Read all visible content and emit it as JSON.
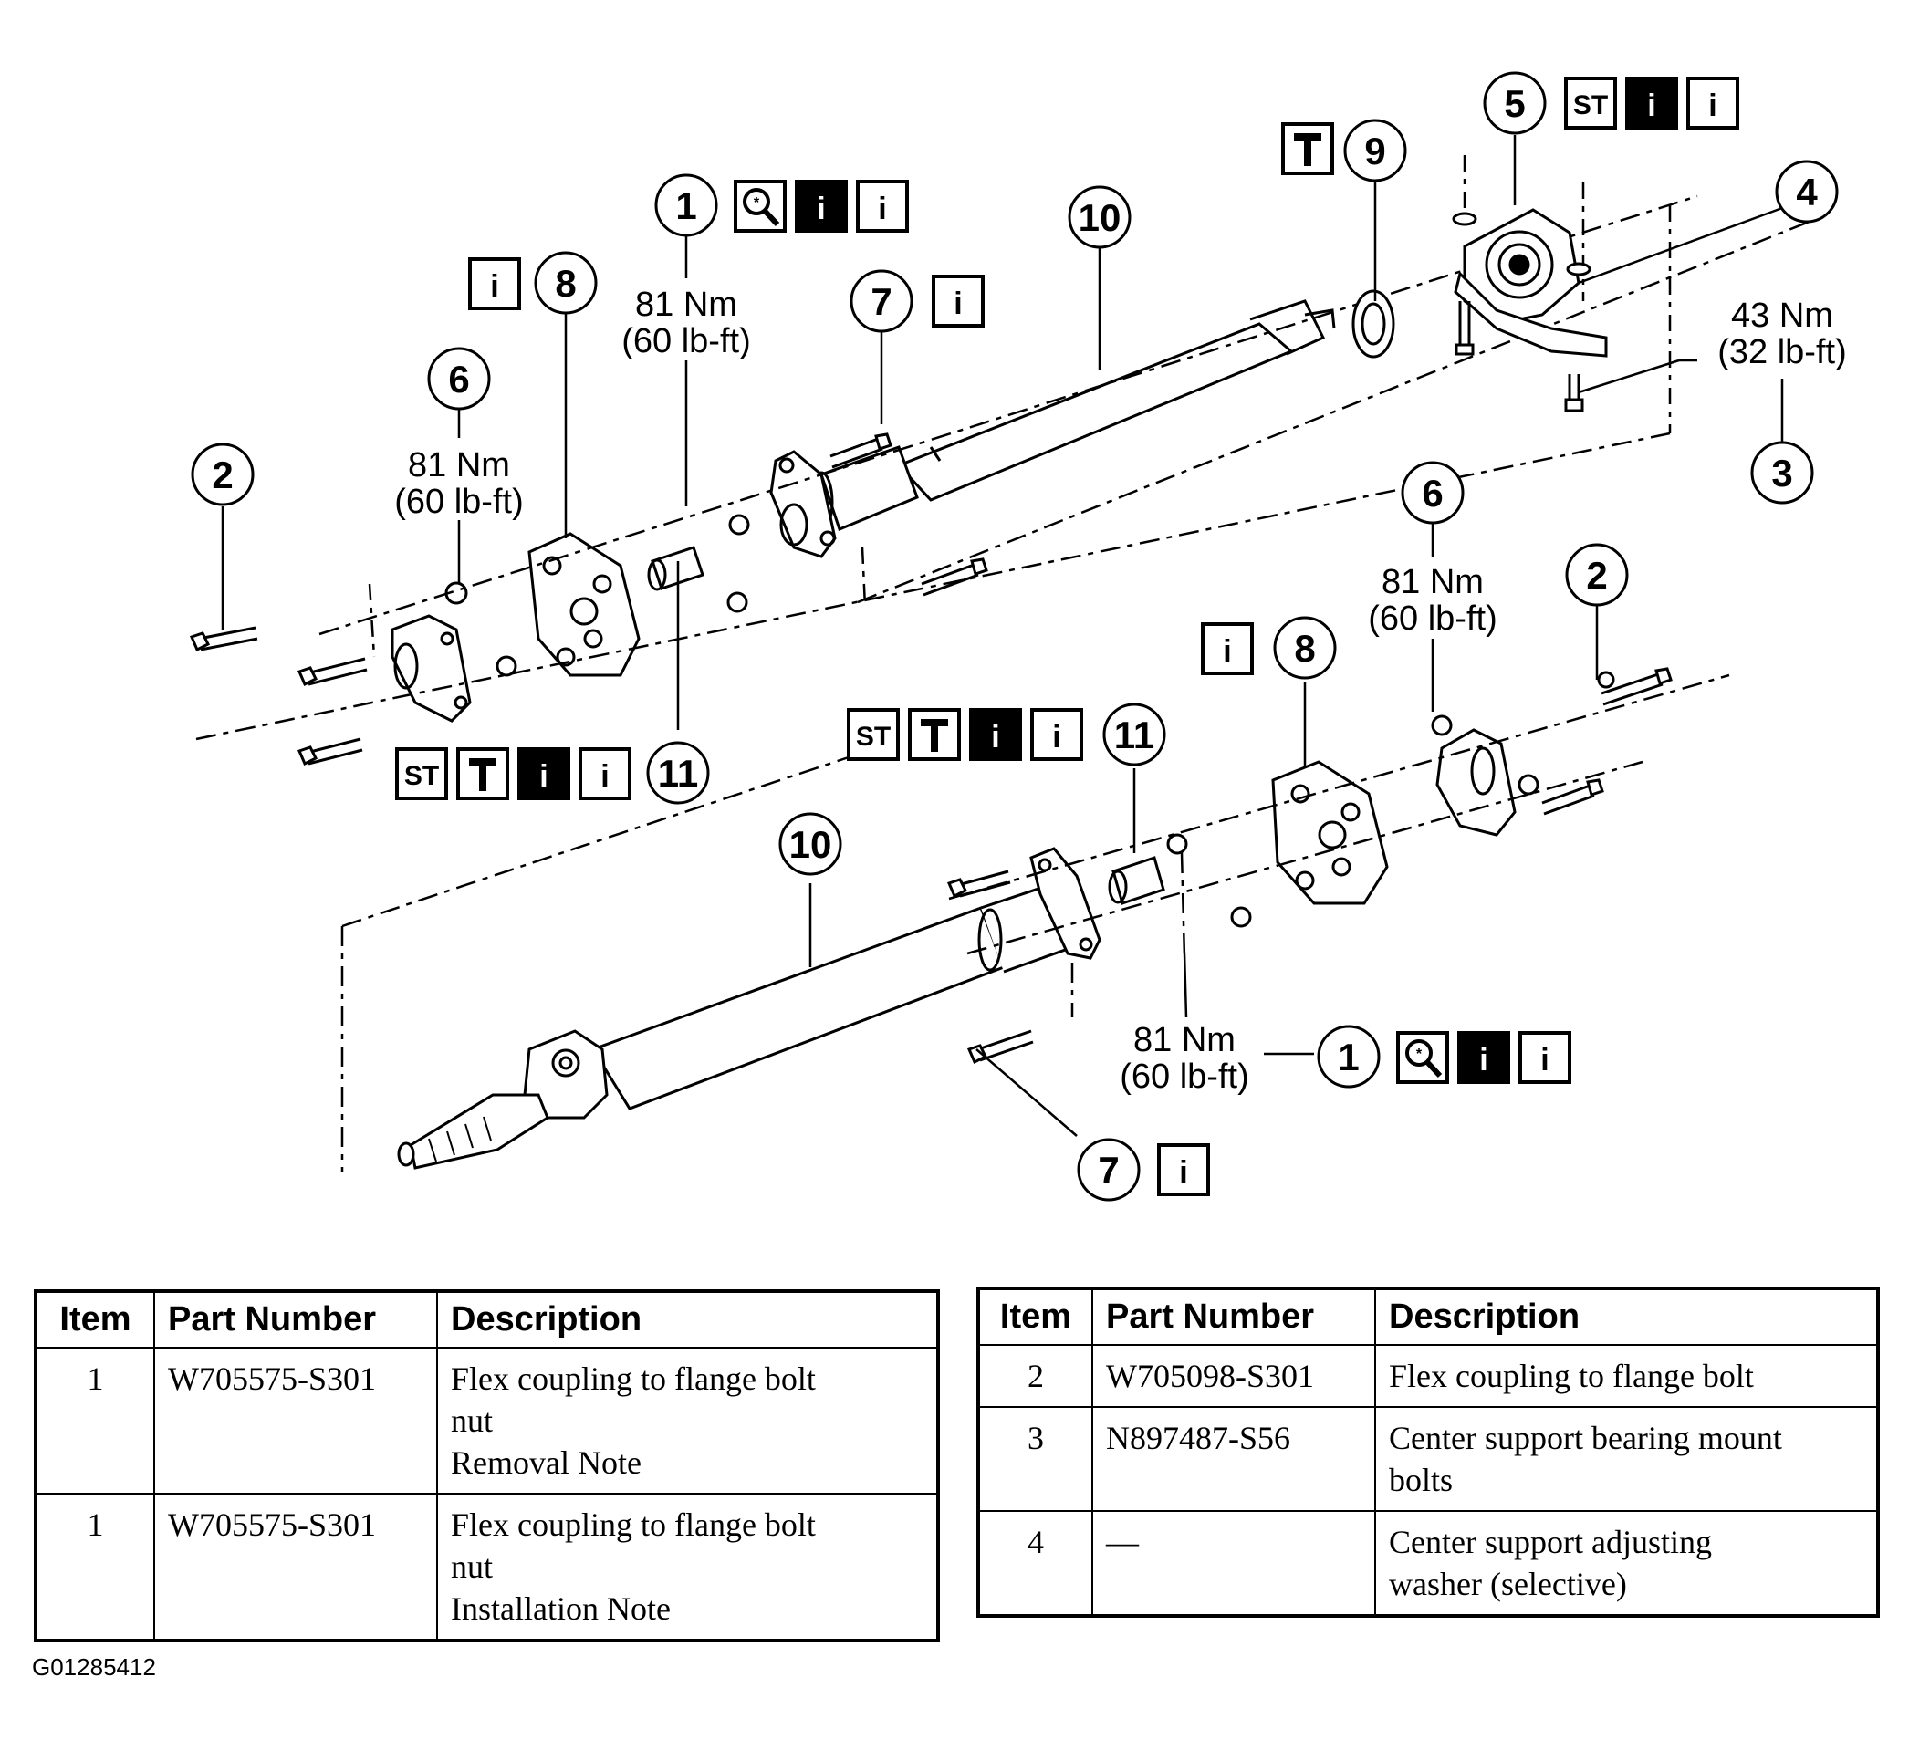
{
  "callouts": {
    "c1_top": "1",
    "c2_left": "2",
    "c3": "3",
    "c4": "4",
    "c5": "5",
    "c6_left": "6",
    "c6_right": "6",
    "c7_top": "7",
    "c7_bottom": "7",
    "c8_left": "8",
    "c8_right": "8",
    "c9": "9",
    "c10_top": "10",
    "c10_bottom": "10",
    "c11_left": "11",
    "c11_right": "11",
    "c2_right": "2",
    "c1_bottom": "1"
  },
  "torque": {
    "t1_top": [
      "81 Nm",
      "(60 lb-ft)"
    ],
    "t6_left": [
      "81 Nm",
      "(60 lb-ft)"
    ],
    "t3": [
      "43 Nm",
      "(32 lb-ft)"
    ],
    "t6_right": [
      "81 Nm",
      "(60 lb-ft)"
    ],
    "t1_bottom": [
      "81 Nm",
      "(60 lb-ft)"
    ]
  },
  "icons": {
    "info": "i",
    "special_tool": "ST",
    "names": [
      "magnifier-icon",
      "info-black-icon",
      "info-outline-icon",
      "special-tool-icon",
      "torque-hammer-icon"
    ]
  },
  "table_left": {
    "headers": [
      "Item",
      "Part Number",
      "Description"
    ],
    "rows": [
      {
        "item": "1",
        "part": "W705575-S301",
        "desc": [
          "Flex coupling to flange bolt",
          "nut",
          "Removal Note"
        ]
      },
      {
        "item": "1",
        "part": "W705575-S301",
        "desc": [
          "Flex coupling to flange bolt",
          "nut",
          "Installation Note"
        ]
      }
    ]
  },
  "table_right": {
    "headers": [
      "Item",
      "Part Number",
      "Description"
    ],
    "rows": [
      {
        "item": "2",
        "part": "W705098-S301",
        "desc": [
          "Flex coupling to flange bolt"
        ]
      },
      {
        "item": "3",
        "part": "N897487-S56",
        "desc": [
          "Center support bearing mount",
          "bolts"
        ]
      },
      {
        "item": "4",
        "part": "—",
        "desc": [
          "Center support adjusting",
          "washer (selective)"
        ]
      }
    ]
  },
  "figure_id": "G01285412"
}
